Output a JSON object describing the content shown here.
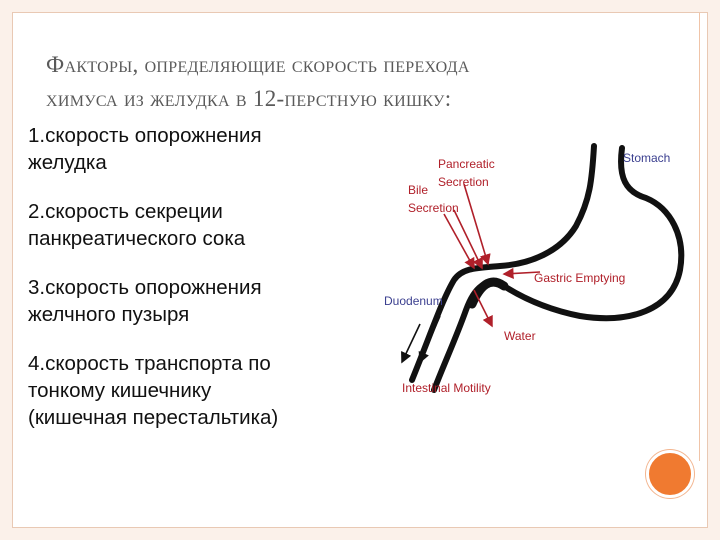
{
  "title": {
    "line1": "Факторы, определяющие скорость перехода",
    "line2": "химуса из желудка в 12-перстную кишку:"
  },
  "items": [
    "1.скорость опорожнения\nжелудка",
    "2.скорость секреции\nпанкреатического сока",
    "3.скорость опорожнения\nжелчного пузыря",
    "4.скорость транспорта по\nтонкому кишечнику\n(кишечная перестальтика)"
  ],
  "diagram": {
    "stomach": "Stomach",
    "pancreatic_line1": "Pancreatic",
    "pancreatic_line2": "Secretion",
    "bile_line1": "Bile",
    "bile_line2": "Secretion",
    "gastric_emptying": "Gastric Emptying",
    "duodenum": "Duodenum",
    "water": "Water",
    "intestinal_motility": "Intestinal Motility"
  },
  "colors": {
    "accent": "#f07a30",
    "diagram_red": "#b0202a",
    "diagram_blue": "#3b3f8f"
  }
}
